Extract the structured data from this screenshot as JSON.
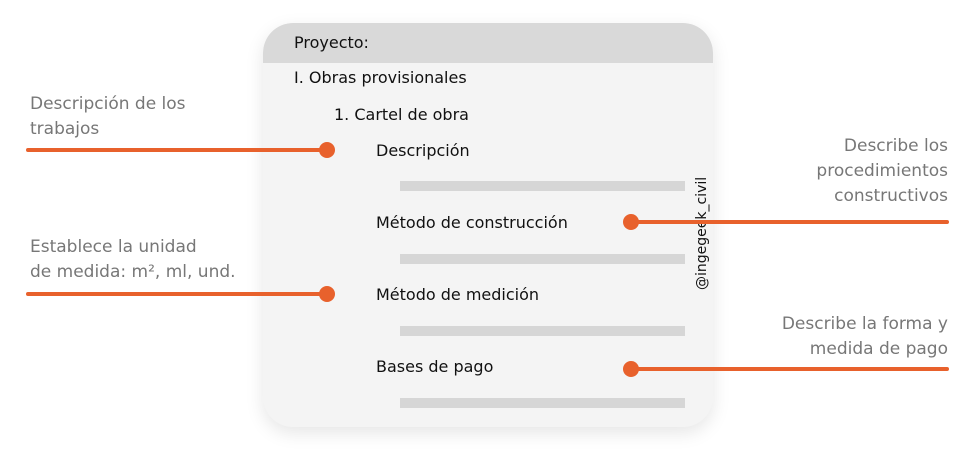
{
  "colors": {
    "accent": "#e8612c"
  },
  "card": {
    "header": "Proyecto:",
    "section": "I. Obras provisionales",
    "item": "1. Cartel de obra",
    "fields": [
      "Descripción",
      "Método de construcción",
      "Método de medición",
      "Bases de pago"
    ]
  },
  "watermark": "@ingegeek_civil",
  "annotations": {
    "descripcion": [
      "Descripción de los",
      "trabajos"
    ],
    "metodo_construccion": [
      "Describe los",
      "procedimientos",
      "constructivos"
    ],
    "metodo_medicion": [
      "Establece la unidad",
      "de medida: m², ml, und."
    ],
    "bases_pago": [
      "Describe la forma y",
      "medida de pago"
    ]
  }
}
